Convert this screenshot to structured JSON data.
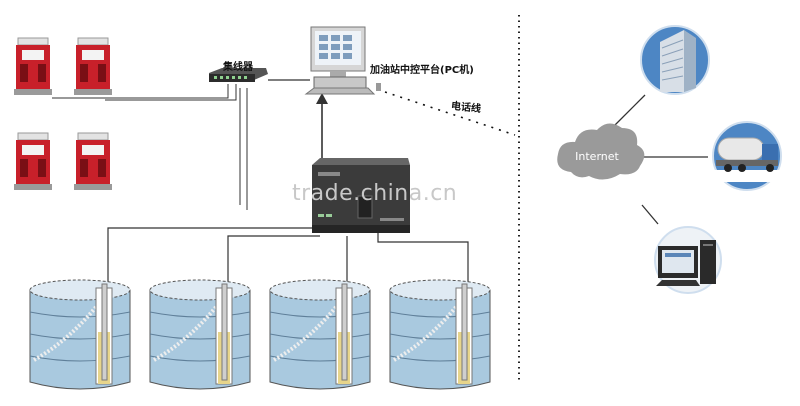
{
  "labels": {
    "hub": "集线器",
    "pc_platform": "加油站中控平台(PC机)",
    "phone_line": "电话线",
    "internet": "Internet"
  },
  "watermark": "trade.china.cn",
  "colors": {
    "pump_red": "#c8202a",
    "tank_blue": "#a9c9df",
    "controller_gray": "#3e3e3e",
    "cloud_gray": "#9a9a9a",
    "sky_blue": "#4d86c4"
  }
}
